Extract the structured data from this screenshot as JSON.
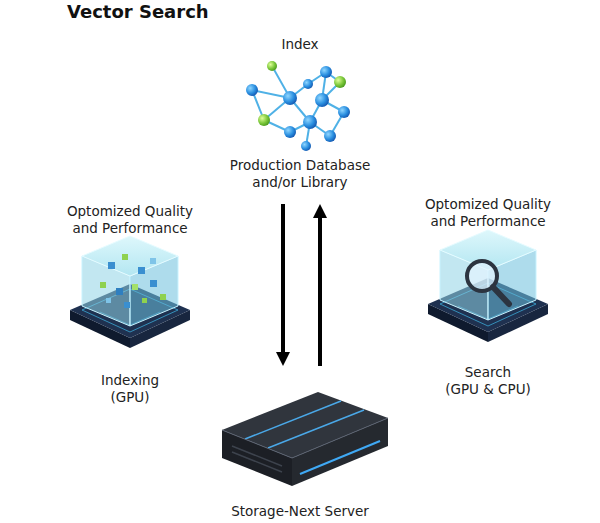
{
  "diagram": {
    "title": "Vector Search",
    "nodes": [
      {
        "text": [
          "Index",
          "Production Database and/or Library"
        ]
      },
      {
        "text": [
          "Optomized Quality and Performance",
          "Indexing (GPU)"
        ]
      },
      {
        "text": [
          "Optomized Quality and Performance",
          "Search (GPU & CPU)"
        ]
      },
      {
        "text": [
          "Storage-Next Server"
        ]
      }
    ],
    "edges": [
      {
        "from": 0,
        "to": 3,
        "arrow": "to"
      },
      {
        "from": 3,
        "to": 0,
        "arrow": "to"
      }
    ]
  }
}
